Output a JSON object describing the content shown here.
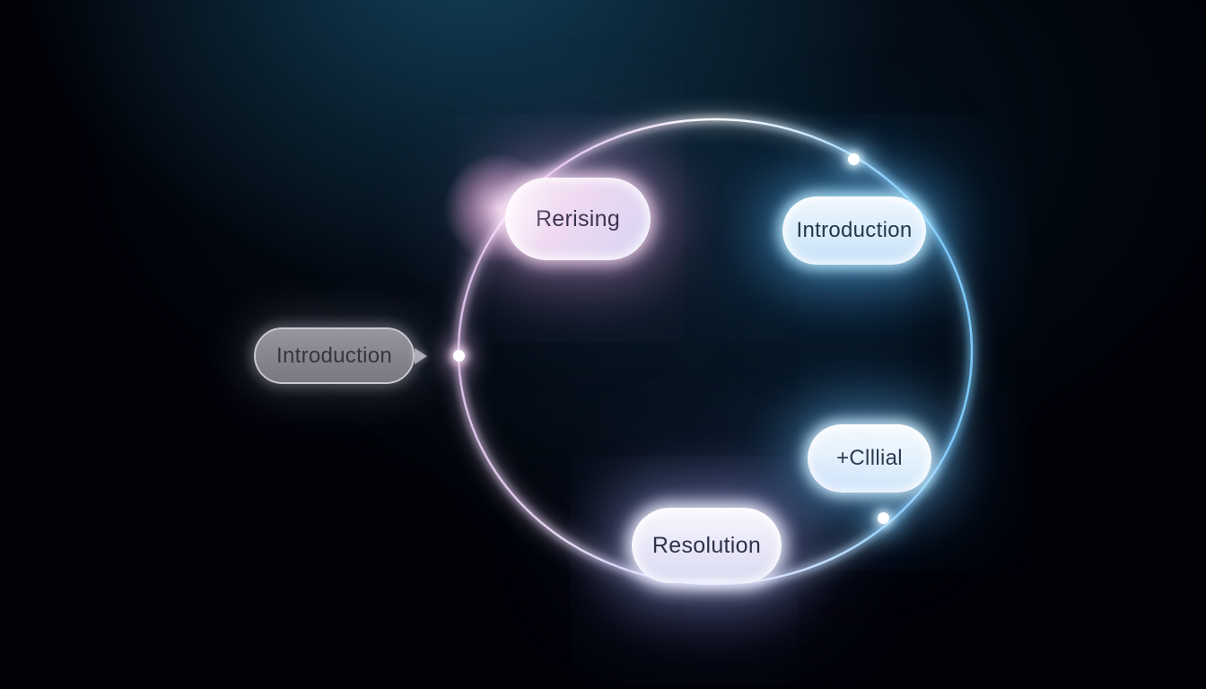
{
  "diagram": {
    "type": "circular-cycle",
    "nodes": {
      "rerising": {
        "label": "Rerising",
        "fill": "#eed9f1",
        "text_color": "#3b3350",
        "glow_color": "#e4a2e2"
      },
      "introduction_top": {
        "label": "Introduction",
        "fill": "#d9ecfb",
        "text_color": "#24374b",
        "glow_color": "#5fbeff"
      },
      "introduction_left": {
        "label": "Introduction",
        "fill": "#84838d",
        "text_color": "#37343e",
        "glow_color": "#dcdce8",
        "has_pointer": true
      },
      "clllial": {
        "label": "+Clllial",
        "fill": "#e3f1fc",
        "text_color": "#2c3c50",
        "glow_color": "#73c3ff"
      },
      "resolution": {
        "label": "Resolution",
        "fill": "#e8e7f8",
        "text_color": "#303048",
        "glow_color": "#acb6ff"
      }
    },
    "ring": {
      "gradient_left": "#d9bfe6",
      "gradient_top": "#ffffff",
      "gradient_right": "#7ecbf8",
      "marker_color": "#ffffff",
      "marker_count": 3
    },
    "background": {
      "base": "#010208",
      "teal_glow": "#14425c"
    }
  }
}
